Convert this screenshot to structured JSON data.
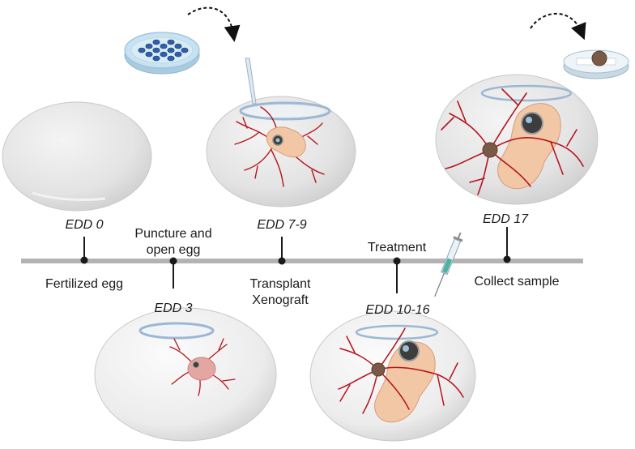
{
  "timeline": {
    "stages": [
      {
        "id": "edd0",
        "edd": "EDD 0",
        "description": "Fertilized egg"
      },
      {
        "id": "edd3",
        "edd": "EDD 3",
        "description_lines": [
          "Puncture and",
          "open egg"
        ]
      },
      {
        "id": "edd7",
        "edd": "EDD 7-9",
        "description_lines": [
          "Transplant",
          "Xenograft"
        ]
      },
      {
        "id": "edd10",
        "edd": "EDD 10-16",
        "description": "Treatment"
      },
      {
        "id": "edd17",
        "edd": "EDD 17",
        "description": "Collect sample"
      }
    ]
  },
  "colors": {
    "timeline": "#b3b3b3",
    "marker": "#1a1a1a",
    "egg_shell": "#e6e6e6",
    "vessel": "#b5141c",
    "embryo": "#f2c7a6",
    "tumor": "#7a5a46",
    "dish": "#cfe6f3",
    "cells": "#2f5fa8"
  }
}
